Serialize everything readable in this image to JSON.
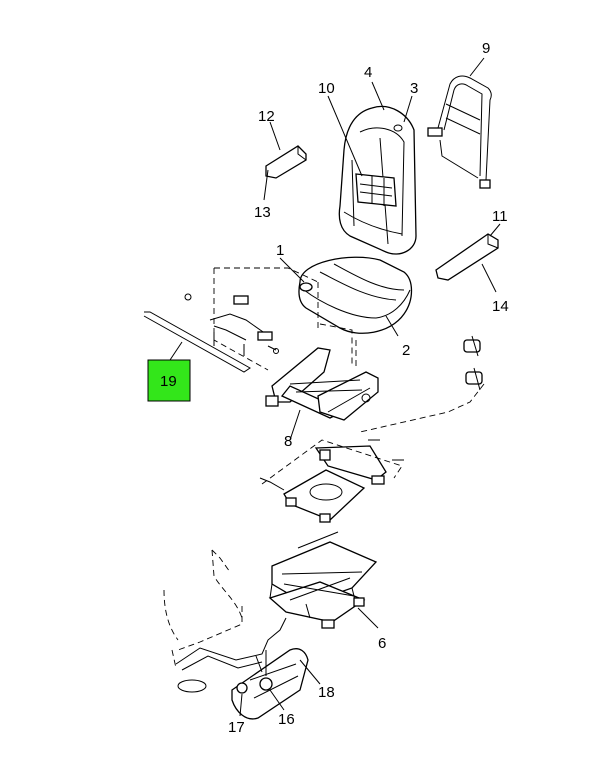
{
  "callouts": {
    "c1": "1",
    "c2": "2",
    "c3": "3",
    "c4": "4",
    "c6": "6",
    "c8": "8",
    "c9": "9",
    "c10": "10",
    "c11": "11",
    "c12": "12",
    "c13": "13",
    "c14": "14",
    "c16": "16",
    "c17": "17",
    "c18": "18",
    "c19": "19"
  },
  "colors": {
    "highlight": "#33e61a",
    "line": "#000000",
    "background": "#ffffff"
  }
}
